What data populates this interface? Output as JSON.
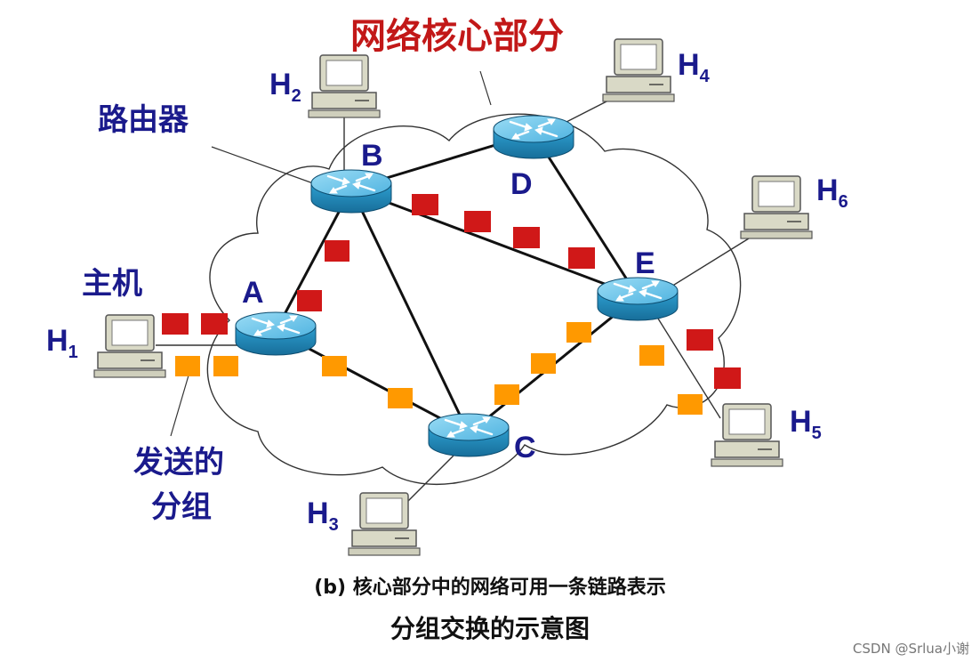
{
  "labels": {
    "core": "网络核心部分",
    "router": "路由器",
    "host": "主机",
    "packets_line1": "发送的",
    "packets_line2": "分组"
  },
  "nodes": {
    "A": "A",
    "B": "B",
    "C": "C",
    "D": "D",
    "E": "E"
  },
  "hosts": [
    {
      "letter": "H",
      "sub": "1"
    },
    {
      "letter": "H",
      "sub": "2"
    },
    {
      "letter": "H",
      "sub": "3"
    },
    {
      "letter": "H",
      "sub": "4"
    },
    {
      "letter": "H",
      "sub": "5"
    },
    {
      "letter": "H",
      "sub": "6"
    }
  ],
  "caption": {
    "line1": "(b)  核心部分中的网络可用一条链路表示",
    "line2": "分组交换的示意图"
  },
  "watermark": "CSDN @Srlua小谢",
  "colors": {
    "red_packet": "#d01818",
    "orange_packet": "#ff9900",
    "router_top": "#6fc6ea",
    "router_side": "#1f86b8",
    "label_blue": "#1a1a8c",
    "label_red": "#c21818"
  }
}
